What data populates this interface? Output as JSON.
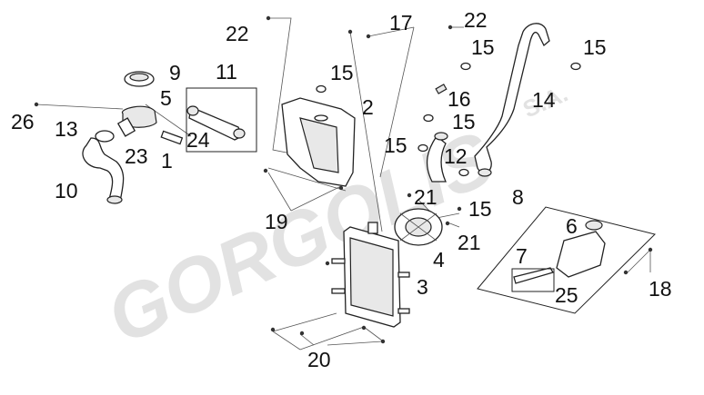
{
  "watermark": {
    "brand": "GORGOLIS",
    "suffix": "S.A."
  },
  "callouts": [
    "22",
    "17",
    "22",
    "15",
    "15",
    "9",
    "11",
    "15",
    "5",
    "2",
    "16",
    "14",
    "26",
    "13",
    "24",
    "15",
    "23",
    "1",
    "15",
    "12",
    "10",
    "8",
    "21",
    "15",
    "6",
    "19",
    "21",
    "4",
    "7",
    "18",
    "3",
    "25",
    "20"
  ]
}
